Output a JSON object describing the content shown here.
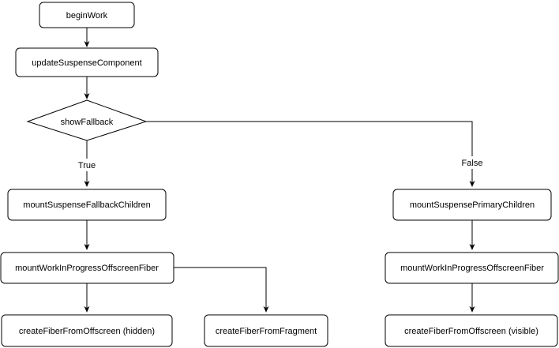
{
  "diagram": {
    "nodes": {
      "begin_work": "beginWork",
      "update_suspense_component": "updateSuspenseComponent",
      "show_fallback": "showFallback",
      "mount_suspense_fallback_children": "mountSuspenseFallbackChildren",
      "mount_wip_offscreen_fiber_left": "mountWorkInProgressOffscreenFiber",
      "create_fiber_from_offscreen_hidden": "createFiberFromOffscreen (hidden)",
      "create_fiber_from_fragment": "createFiberFromFragment",
      "mount_suspense_primary_children": "mountSuspensePrimaryChildren",
      "mount_wip_offscreen_fiber_right": "mountWorkInProgressOffscreenFiber",
      "create_fiber_from_offscreen_visible": "createFiberFromOffscreen (visible)"
    },
    "edge_labels": {
      "true_branch": "True",
      "false_branch": "False"
    },
    "colors": {
      "stroke": "#000000",
      "fill": "#ffffff",
      "text": "#000000"
    }
  }
}
